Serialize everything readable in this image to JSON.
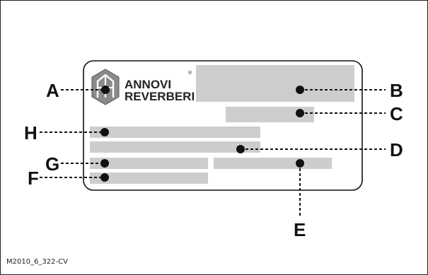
{
  "brand": {
    "line1": "ANNOVI",
    "line2": "REVERBERI",
    "registered": "®",
    "logo_icon": "annovi-reverberi-ar-logo-icon"
  },
  "callouts": {
    "a": "A",
    "b": "B",
    "c": "C",
    "d": "D",
    "e": "E",
    "f": "F",
    "g": "G",
    "h": "H"
  },
  "figure_code": "M2010_6_322-CV",
  "colors": {
    "field_fill": "#cdcdcd",
    "outline": "#111111",
    "logo_fill": "#8a8a8a"
  }
}
